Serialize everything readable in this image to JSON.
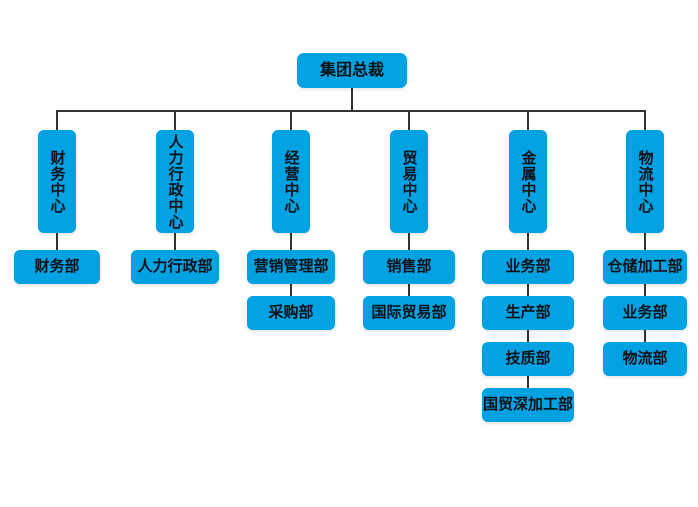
{
  "colors": {
    "node_fill": "#00a2e2",
    "node_text": "#0a1016",
    "line": "#333333",
    "background": "#ffffff"
  },
  "diagram": {
    "type": "org-chart",
    "root": {
      "name": "group-president",
      "label": "集团总裁"
    },
    "branches": [
      {
        "name": "finance-center",
        "center": "财务中心",
        "depts": [
          {
            "name": "finance-dept",
            "label": "财务部"
          }
        ]
      },
      {
        "name": "hr-admin-center",
        "center": "人力行政中心",
        "depts": [
          {
            "name": "hr-admin-dept",
            "label": "人力行政部"
          }
        ]
      },
      {
        "name": "operations-center",
        "center": "经营中心",
        "depts": [
          {
            "name": "marketing-management-dept",
            "label": "营销管理部"
          },
          {
            "name": "purchasing-dept",
            "label": "采购部"
          }
        ]
      },
      {
        "name": "trade-center",
        "center": "贸易中心",
        "depts": [
          {
            "name": "sales-dept",
            "label": "销售部"
          },
          {
            "name": "international-trade-dept",
            "label": "国际贸易部"
          }
        ]
      },
      {
        "name": "metal-center",
        "center": "金属中心",
        "depts": [
          {
            "name": "business-dept",
            "label": "业务部"
          },
          {
            "name": "production-dept",
            "label": "生产部"
          },
          {
            "name": "tech-quality-dept",
            "label": "技质部"
          },
          {
            "name": "intl-trade-deep-processing-dept",
            "label": "国贸深加工部"
          }
        ]
      },
      {
        "name": "logistics-center",
        "center": "物流中心",
        "depts": [
          {
            "name": "warehouse-processing-dept",
            "label": "仓储加工部"
          },
          {
            "name": "business-dept",
            "label": "业务部"
          },
          {
            "name": "logistics-dept",
            "label": "物流部"
          }
        ]
      }
    ]
  }
}
